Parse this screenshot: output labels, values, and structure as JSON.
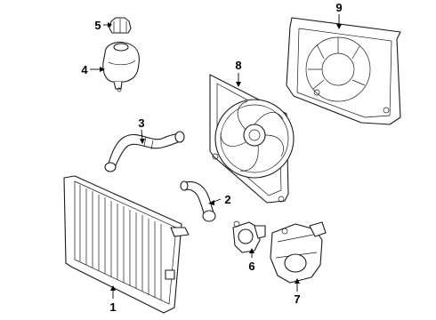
{
  "callouts": [
    {
      "id": "1",
      "text": "1",
      "part": "radiator"
    },
    {
      "id": "2",
      "text": "2",
      "part": "lower-radiator-hose"
    },
    {
      "id": "3",
      "text": "3",
      "part": "upper-radiator-hose"
    },
    {
      "id": "4",
      "text": "4",
      "part": "coolant-reservoir"
    },
    {
      "id": "5",
      "text": "5",
      "part": "reservoir-cap"
    },
    {
      "id": "6",
      "text": "6",
      "part": "thermostat"
    },
    {
      "id": "7",
      "text": "7",
      "part": "water-pump"
    },
    {
      "id": "8",
      "text": "8",
      "part": "cooling-fan-assembly"
    },
    {
      "id": "9",
      "text": "9",
      "part": "fan-shroud"
    }
  ],
  "colors": {
    "line": "#1a1a1a",
    "background": "#ffffff"
  }
}
